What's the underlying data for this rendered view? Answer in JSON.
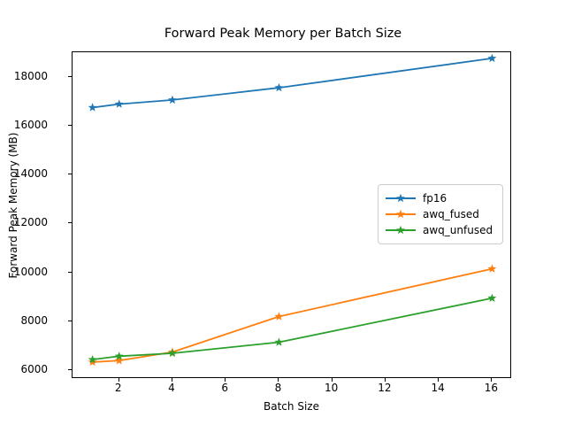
{
  "chart_data": {
    "type": "line",
    "title": "Forward Peak Memory per Batch Size",
    "xlabel": "Batch Size",
    "ylabel": "Forward Peak Memory (MB)",
    "x": [
      1,
      2,
      4,
      8,
      16
    ],
    "xlim": [
      0.25,
      16.75
    ],
    "ylim": [
      5650,
      19000
    ],
    "xticks": [
      2,
      4,
      6,
      8,
      10,
      12,
      14,
      16
    ],
    "xtick_labels": [
      "2",
      "4",
      "6",
      "8",
      "10",
      "12",
      "14",
      "16"
    ],
    "yticks": [
      6000,
      8000,
      10000,
      12000,
      14000,
      16000,
      18000
    ],
    "ytick_labels": [
      "6000",
      "8000",
      "10000",
      "12000",
      "14000",
      "16000",
      "18000"
    ],
    "grid": false,
    "legend_position": "center right",
    "marker": "star",
    "series": [
      {
        "name": "fp16",
        "color": "#1f77b4",
        "values": [
          16740,
          16880,
          17050,
          17550,
          18750
        ]
      },
      {
        "name": "awq_fused",
        "color": "#ff7f0e",
        "values": [
          6340,
          6400,
          6750,
          8200,
          10150
        ]
      },
      {
        "name": "awq_unfused",
        "color": "#2ca02c",
        "values": [
          6440,
          6580,
          6700,
          7150,
          8950
        ]
      }
    ]
  },
  "figure": {
    "background": "#ffffff",
    "axes_edge_color": "#000000"
  }
}
